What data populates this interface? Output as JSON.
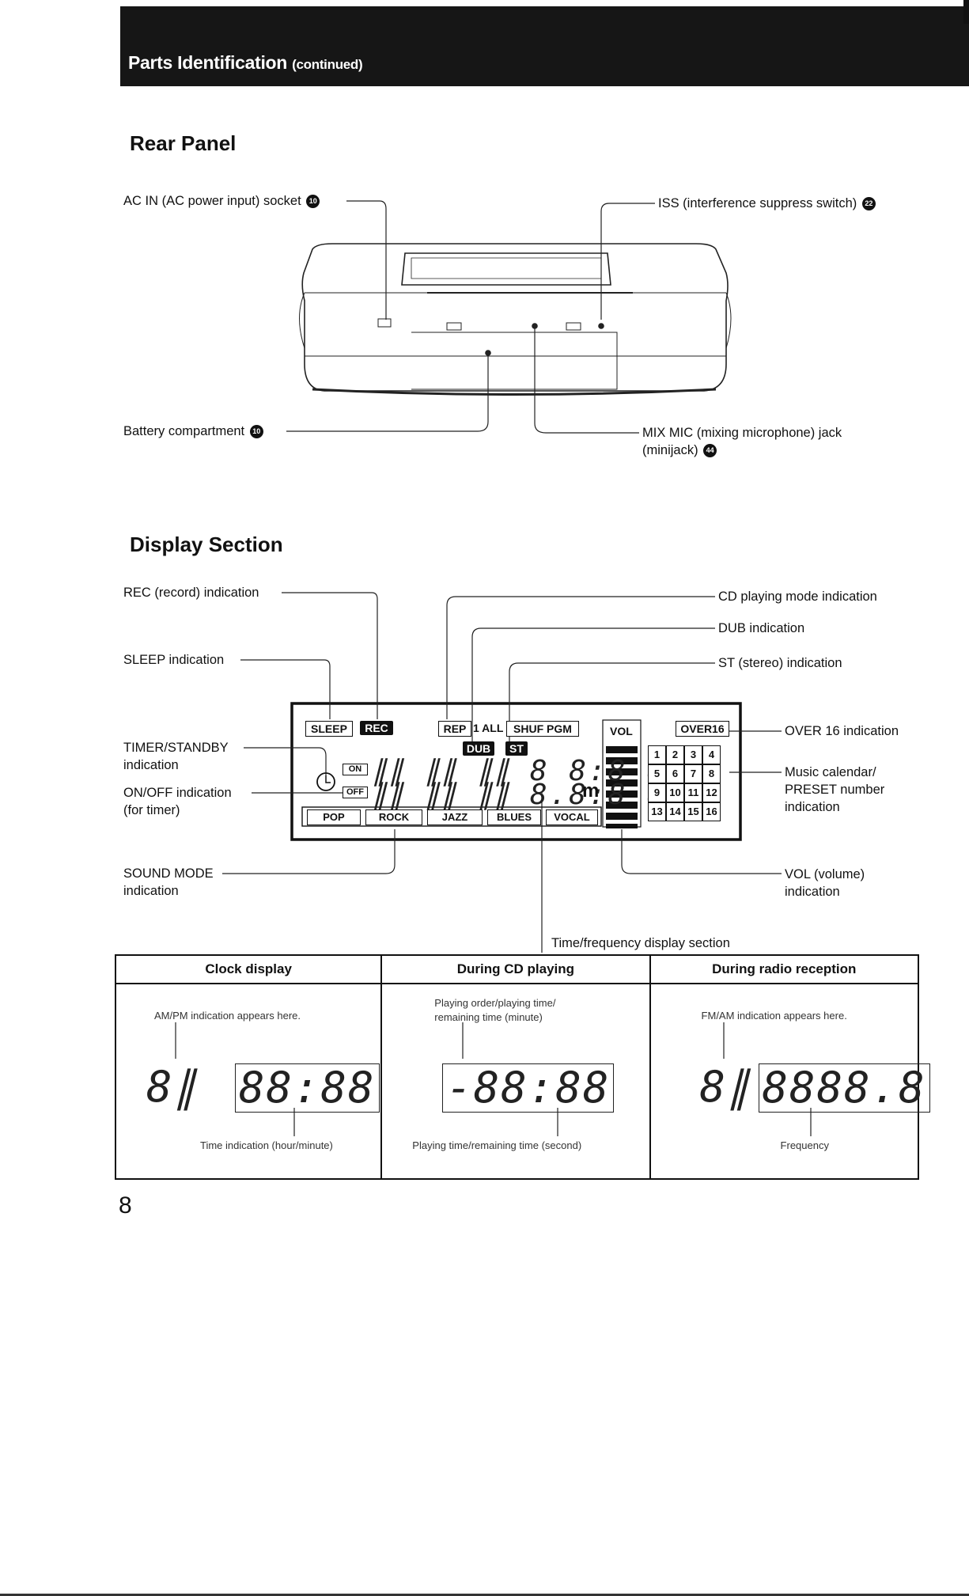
{
  "header": {
    "title": "Parts Identification",
    "subtitle": "(continued)"
  },
  "rear_panel": {
    "title": "Rear Panel",
    "callouts": {
      "ac_in": {
        "text": "AC IN (AC power input) socket",
        "ref": "10"
      },
      "iss": {
        "text": "ISS (interference suppress switch)",
        "ref": "22"
      },
      "battery": {
        "text": "Battery compartment",
        "ref": "10"
      },
      "mix_mic_line1": {
        "text": "MIX MIC (mixing microphone) jack"
      },
      "mix_mic_line2": {
        "text": "(minijack)",
        "ref": "44"
      }
    }
  },
  "display_section": {
    "title": "Display Section",
    "left_callouts": {
      "rec": "REC (record) indication",
      "sleep": "SLEEP indication",
      "timer_1": "TIMER/STANDBY",
      "timer_2": "indication",
      "onoff_1": "ON/OFF indication",
      "onoff_2": "(for timer)",
      "sound_1": "SOUND MODE",
      "sound_2": "indication"
    },
    "right_callouts": {
      "cd_mode": "CD playing mode indication",
      "dub": "DUB indication",
      "st": "ST (stereo) indication",
      "over16": "OVER 16 indication",
      "music_1": "Music calendar/",
      "music_2": "PRESET number",
      "music_3": "indication",
      "vol_1": "VOL (volume)",
      "vol_2": "indication"
    },
    "time_freq": "Time/frequency display section",
    "lcd": {
      "sleep": "SLEEP",
      "rec": "REC",
      "rep": "REP",
      "one_all": "1 ALL",
      "shuf_pgm": "SHUF PGM",
      "dub": "DUB",
      "st": "ST",
      "vol": "VOL",
      "over16": "OVER16",
      "on": "ON",
      "off": "OFF",
      "unit_m": "m",
      "sound_modes": [
        "POP",
        "ROCK",
        "JAZZ",
        "BLUES",
        "VOCAL"
      ],
      "calendar": [
        "1",
        "2",
        "3",
        "4",
        "5",
        "6",
        "7",
        "8",
        "9",
        "10",
        "11",
        "12",
        "13",
        "14",
        "15",
        "16"
      ]
    }
  },
  "modes_table": {
    "headers": [
      "Clock display",
      "During CD playing",
      "During radio reception"
    ],
    "clock": {
      "top_note": "AM/PM indication appears here.",
      "bottom_note": "Time indication (hour/minute)"
    },
    "cd": {
      "top_note_1": "Playing order/playing time/",
      "top_note_2": "remaining time (minute)",
      "bottom_note": "Playing time/remaining time (second)"
    },
    "radio": {
      "top_note": "FM/AM indication appears here.",
      "bottom_note": "Frequency"
    }
  },
  "page_number": "8"
}
